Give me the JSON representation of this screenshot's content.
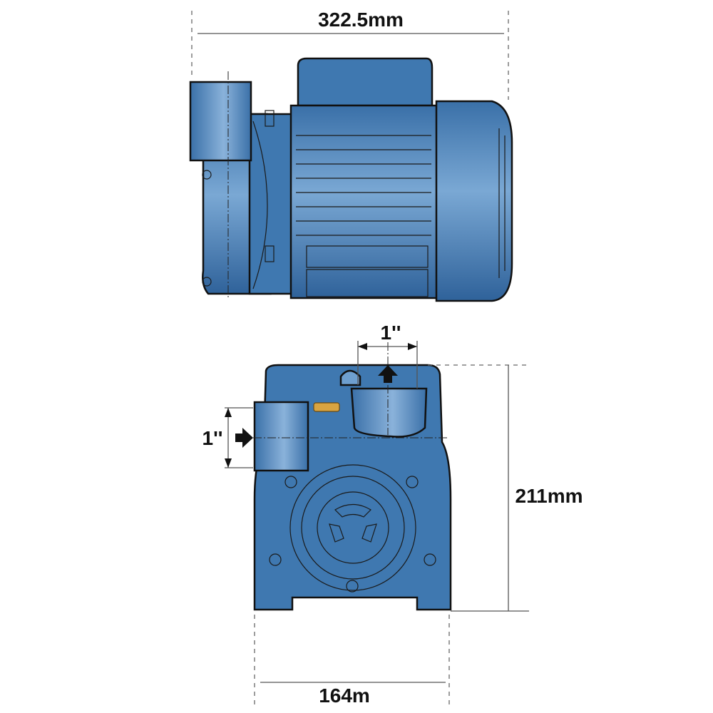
{
  "dimensions": {
    "overall_length": "322.5mm",
    "outlet_size": "1''",
    "inlet_size": "1''",
    "height": "211mm",
    "base_width": "164m"
  },
  "colors": {
    "pump_body": "#3f78b0",
    "pump_light": "#6e9fcf",
    "pump_dark": "#2c5d8f",
    "brass_plug": "#d9a441"
  }
}
